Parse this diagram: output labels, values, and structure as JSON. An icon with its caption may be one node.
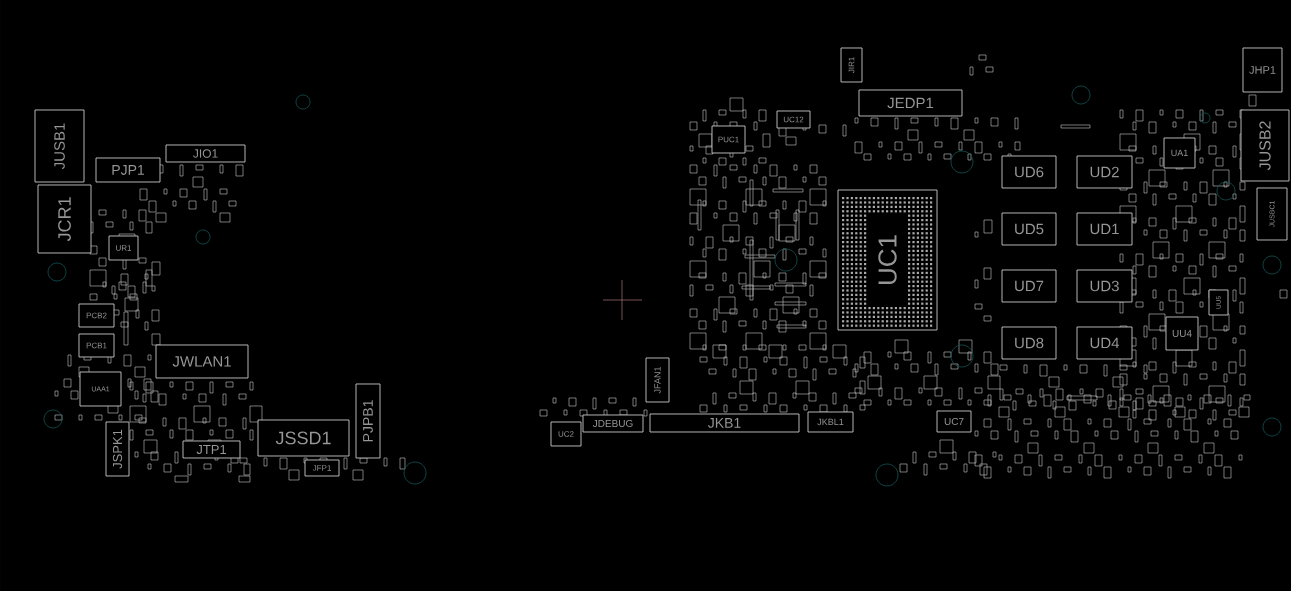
{
  "diagram": {
    "nodes": [
      {
        "text": [
          "JUSB1"
        ]
      },
      {
        "text": [
          "PJP1"
        ]
      },
      {
        "text": [
          "JIO1"
        ]
      },
      {
        "text": [
          "JCR1"
        ]
      },
      {
        "text": [
          "UR1"
        ]
      },
      {
        "text": [
          "PCB2"
        ]
      },
      {
        "text": [
          "PCB1"
        ]
      },
      {
        "text": [
          "JWLAN1"
        ]
      },
      {
        "text": [
          "UAA1"
        ]
      },
      {
        "text": [
          "JSPK1"
        ]
      },
      {
        "text": [
          "JTP1"
        ]
      },
      {
        "text": [
          "JSSD1"
        ]
      },
      {
        "text": [
          "PJPB1"
        ]
      },
      {
        "text": [
          "JFP1"
        ]
      },
      {
        "text": [
          "JIR1"
        ]
      },
      {
        "text": [
          "JEDP1"
        ]
      },
      {
        "text": [
          "UC12"
        ]
      },
      {
        "text": [
          "PUC1"
        ]
      },
      {
        "text": [
          "UC1"
        ]
      },
      {
        "text": [
          "JFAN1"
        ]
      },
      {
        "text": [
          "UC2"
        ]
      },
      {
        "text": [
          "JDEBUG"
        ]
      },
      {
        "text": [
          "JKB1"
        ]
      },
      {
        "text": [
          "JKBL1"
        ]
      },
      {
        "text": [
          "UC7"
        ]
      },
      {
        "text": [
          "UD6"
        ]
      },
      {
        "text": [
          "UD2"
        ]
      },
      {
        "text": [
          "UD5"
        ]
      },
      {
        "text": [
          "UD1"
        ]
      },
      {
        "text": [
          "UD7"
        ]
      },
      {
        "text": [
          "UD3"
        ]
      },
      {
        "text": [
          "UD8"
        ]
      },
      {
        "text": [
          "UD4"
        ]
      },
      {
        "text": [
          "JHP1"
        ]
      },
      {
        "text": [
          "JUSB2"
        ]
      },
      {
        "text": [
          "UA1"
        ]
      },
      {
        "text": [
          "JUSBC1"
        ]
      },
      {
        "text": [
          "UU5"
        ]
      },
      {
        "text": [
          "UU4"
        ]
      }
    ]
  }
}
